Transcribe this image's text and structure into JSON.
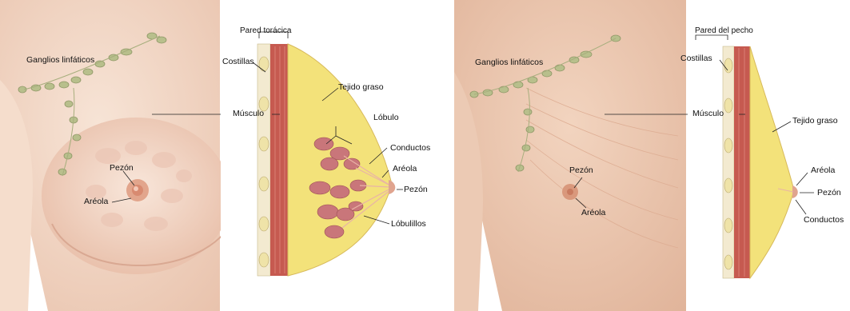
{
  "colors": {
    "skin": "#f3d8c6",
    "skin_shadow": "#e4b9a2",
    "nipple": "#d98f73",
    "lymph": "#b9c08e",
    "muscle": "#c65a50",
    "fat": "#f3e27a",
    "lobule": "#c9767a",
    "rib": "#efe3a8",
    "line": "#222222"
  },
  "left": {
    "labels": {
      "lymph_nodes": "Ganglios linfáticos",
      "nipple": "Pezón",
      "areola": "Aréola",
      "chest_wall": "Pared torácica",
      "ribs": "Costillas",
      "muscle": "Músculo",
      "fatty_tissue": "Tejido graso",
      "lobule": "Lóbulo",
      "ducts": "Conductos",
      "areola_section": "Aréola",
      "nipple_section": "Pezón",
      "lobules": "Lóbulillos"
    }
  },
  "right": {
    "labels": {
      "lymph_nodes": "Ganglios linfáticos",
      "nipple": "Pezón",
      "areola": "Aréola",
      "chest_wall": "Pared del pecho",
      "ribs": "Costillas",
      "muscle": "Músculo",
      "fatty_tissue": "Tejido graso",
      "areola_section": "Aréola",
      "nipple_section": "Pezón",
      "ducts": "Conductos"
    }
  }
}
